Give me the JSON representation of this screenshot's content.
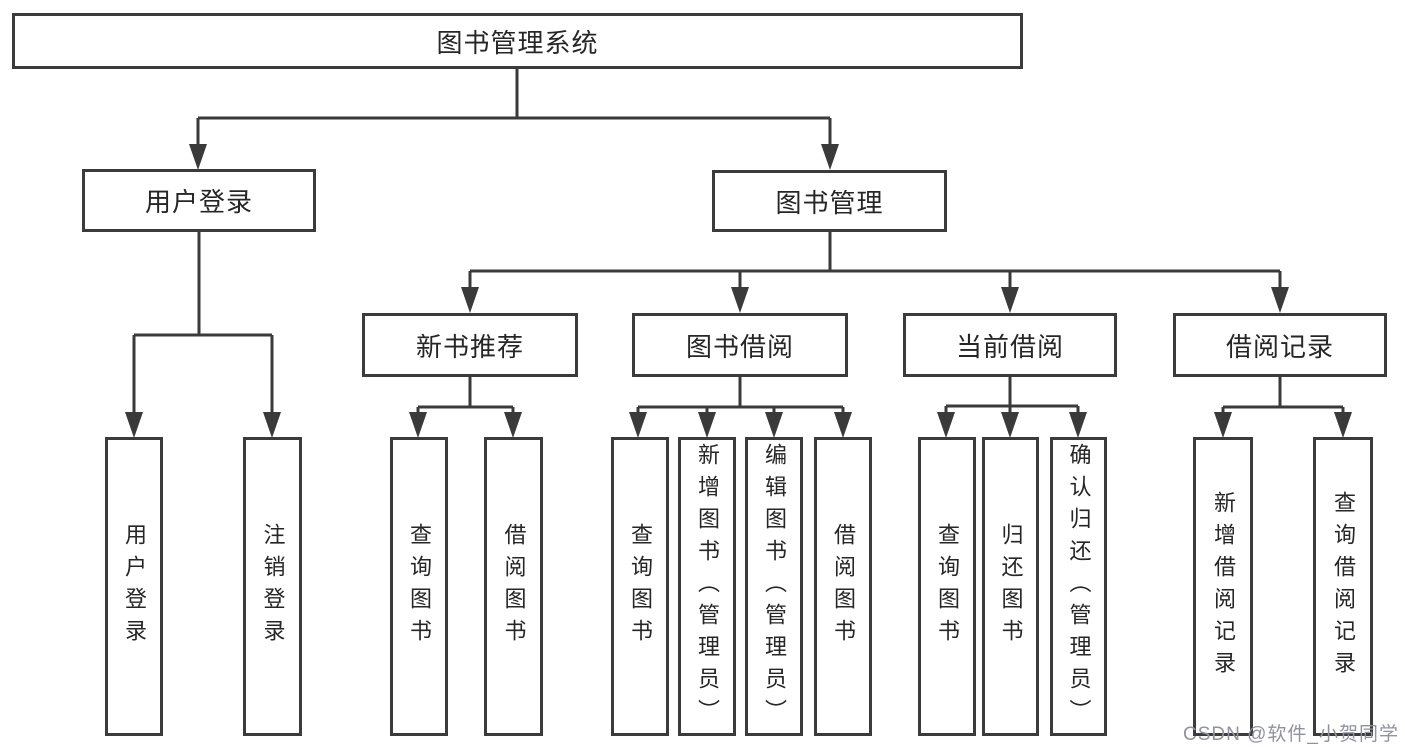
{
  "tree": {
    "root": {
      "label": "图书管理系统"
    },
    "branches": [
      {
        "label": "用户登录",
        "children": [
          {
            "label": "用户登录"
          },
          {
            "label": "注销登录"
          }
        ]
      },
      {
        "label": "图书管理",
        "children": [
          {
            "label": "新书推荐",
            "children": [
              {
                "label": "查询图书"
              },
              {
                "label": "借阅图书"
              }
            ]
          },
          {
            "label": "图书借阅",
            "children": [
              {
                "label": "查询图书"
              },
              {
                "label": "新增图书（管理员）"
              },
              {
                "label": "编辑图书（管理员）"
              },
              {
                "label": "借阅图书"
              }
            ]
          },
          {
            "label": "当前借阅",
            "children": [
              {
                "label": "查询图书"
              },
              {
                "label": "归还图书"
              },
              {
                "label": "确认归还（管理员）"
              }
            ]
          },
          {
            "label": "借阅记录",
            "children": [
              {
                "label": "新增借阅记录"
              },
              {
                "label": "查询借阅记录"
              }
            ]
          }
        ]
      }
    ]
  },
  "watermark": {
    "text": "CSDN @软件_小贺同学"
  },
  "colors": {
    "line": "#3a3a3a",
    "border": "#3b3b3b",
    "text": "#262626",
    "watermark": "#90939d",
    "background": "#ffffff"
  }
}
